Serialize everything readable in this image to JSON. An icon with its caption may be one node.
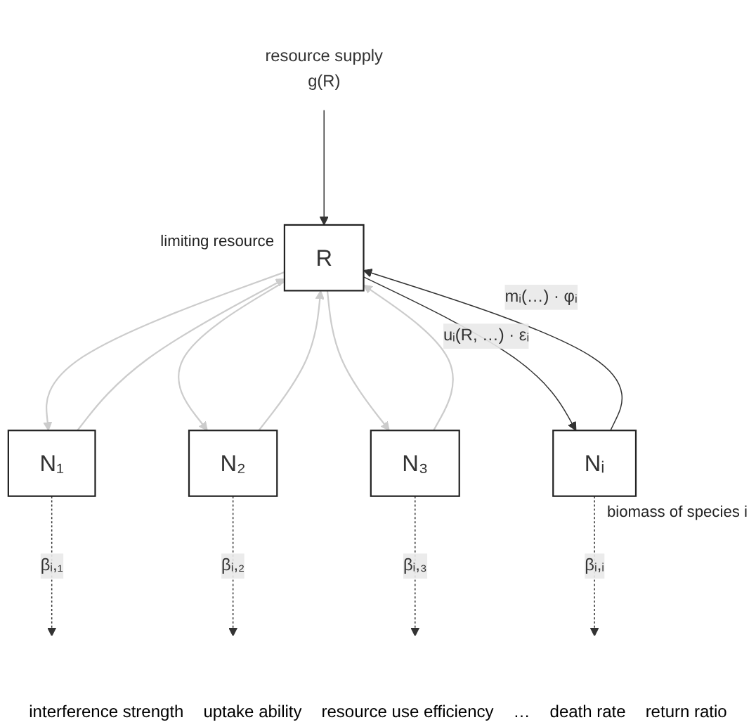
{
  "diagram": {
    "nodes": [
      {
        "text": [
          "resource supply",
          "g(R)"
        ]
      },
      {
        "text": [
          "R"
        ],
        "beside": [
          "limiting resource"
        ]
      },
      {
        "text": [
          "N₁"
        ]
      },
      {
        "text": [
          "N₂"
        ]
      },
      {
        "text": [
          "N₃"
        ]
      },
      {
        "text": [
          "Nᵢ"
        ],
        "beside": [
          "biomass of species i"
        ]
      }
    ],
    "edges": [
      {
        "from": 0,
        "to": 1,
        "arrow": "to"
      },
      {
        "from": 1,
        "to": 2,
        "arrow": "to",
        "color": "#cccccc"
      },
      {
        "from": 1,
        "to": 3,
        "arrow": "to",
        "color": "#cccccc"
      },
      {
        "from": 1,
        "to": 4,
        "arrow": "to",
        "color": "#cccccc"
      },
      {
        "from": 1,
        "to": 5,
        "arrow": "to",
        "label": "uᵢ(R, …) · εᵢ"
      },
      {
        "from": 2,
        "to": null,
        "arrow": "to",
        "style": "dashed",
        "label": "βᵢ,₁"
      },
      {
        "from": 3,
        "to": null,
        "arrow": "to",
        "style": "dashed",
        "label": "βᵢ,₂"
      },
      {
        "from": 4,
        "to": null,
        "arrow": "to",
        "style": "dashed",
        "label": "βᵢ,₃"
      },
      {
        "from": 5,
        "to": null,
        "arrow": "to",
        "style": "dashed",
        "label": "βᵢ,ᵢ"
      },
      {
        "from": 2,
        "to": 1,
        "arrow": "to",
        "color": "#cccccc"
      },
      {
        "from": 3,
        "to": 1,
        "arrow": "to",
        "color": "#cccccc"
      },
      {
        "from": 4,
        "to": 1,
        "arrow": "to",
        "color": "#cccccc"
      },
      {
        "from": 5,
        "to": 1,
        "arrow": "to",
        "label": "mᵢ(…) · φᵢ"
      }
    ],
    "labels": [
      "interference strength",
      "uptake ability",
      "resource use efficiency",
      "…",
      "death rate",
      "return ratio"
    ]
  }
}
